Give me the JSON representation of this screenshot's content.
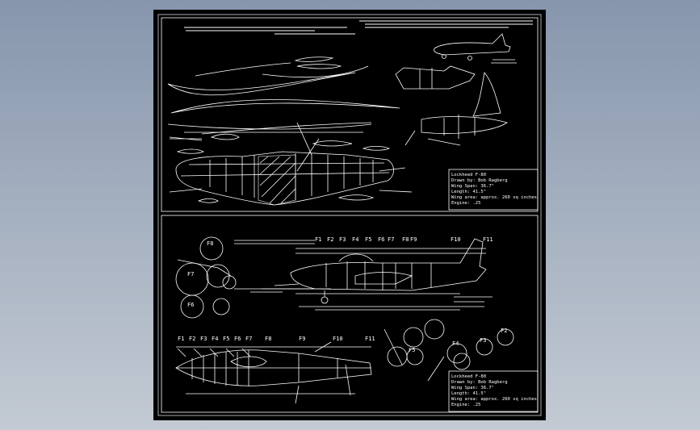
{
  "title_block_top": {
    "lines": [
      "Lockheed F-80",
      "Drawn by: Bob Ragberg",
      "Wing Span: 36.7\"",
      "Length: 41.5\"",
      "Wing area: approx. 260 sq inches",
      "Engine: .25"
    ]
  },
  "title_block_bottom": {
    "lines": [
      "Lockheed F-80",
      "Drawn by: Bob Ragberg",
      "Wing Span: 36.7\"",
      "Length: 41.5\"",
      "Wing area: approx. 260 sq inches",
      "Engine: .25"
    ]
  },
  "fuselage_side_stations": [
    "F1",
    "F2",
    "F3",
    "F4",
    "F5",
    "F6",
    "F7",
    "F8",
    "F9",
    "F10",
    "F11"
  ],
  "fuselage_top_stations": [
    "F1",
    "F2",
    "F3",
    "F4",
    "F5",
    "F6",
    "F7",
    "F8",
    "F9",
    "F10",
    "F11"
  ],
  "former_labels": [
    "F8",
    "F7",
    "F6",
    "F5",
    "F4",
    "F3",
    "F2"
  ],
  "colors": {
    "background": "#000000",
    "lines": "#ffffff",
    "frame": "#9aa3b0"
  }
}
